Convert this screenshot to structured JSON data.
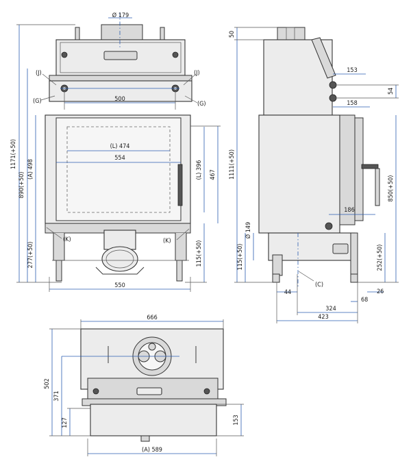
{
  "front": {
    "flue": "Ø 179",
    "total_height": "1171(+50)",
    "opening_height": "890(+50)",
    "glass_height_a": "(A) 498",
    "bottom_height": "277(+50)",
    "top_width": "500",
    "glass_width_l": "(L) 474",
    "inner_width": "554",
    "glass_height_l": "(L) 396",
    "firebox_height": "467",
    "leg_height": "115(+50)",
    "base_width": "550",
    "label_j_left": "(J)",
    "label_j_right": "(J)",
    "label_g_left": "(G)",
    "label_g_right": "(G)",
    "label_k_left": "(K)",
    "label_k_right": "(K)"
  },
  "side": {
    "top_gap": "50",
    "total_height": "1111(+50)",
    "handle_offset": "153",
    "spigot_spacing": "54",
    "spigot_offset": "158",
    "body_height": "850(+50)",
    "spigot_depth": "186",
    "leg_height": "115(+50)",
    "air_diameter": "Ø 149",
    "base_height": "252(+50)",
    "label_c": "(C)",
    "depth_44": "44",
    "depth_68": "68",
    "depth_26": "26",
    "depth_324": "324",
    "depth_423": "423"
  },
  "top": {
    "total_width": "666",
    "depth_total": "502",
    "depth_371": "371",
    "depth_127": "127",
    "depth_153": "153",
    "glass_width_a": "(A) 589"
  }
}
